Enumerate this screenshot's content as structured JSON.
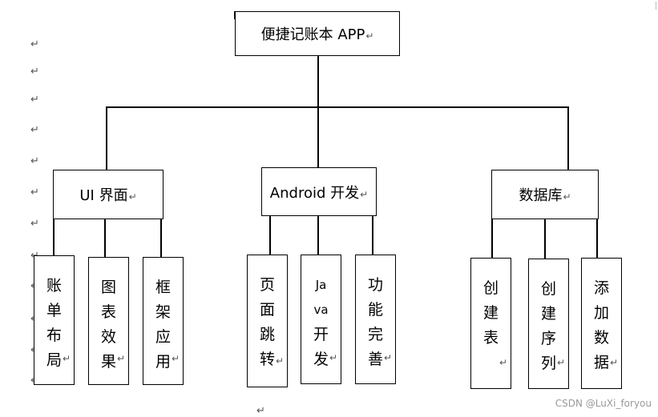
{
  "root": {
    "label": "便捷记账本 APP",
    "mark": "↵"
  },
  "categories": [
    {
      "label": "UI 界面",
      "mark": "↵",
      "children": [
        {
          "text": "账单布局",
          "mark": "↵"
        },
        {
          "text": "图表效果",
          "mark": "↵"
        },
        {
          "text": "框架应用",
          "mark": "↵"
        }
      ]
    },
    {
      "label": "Android 开发",
      "mark": "↵",
      "children": [
        {
          "text": "页面跳转",
          "mark": "↵"
        },
        {
          "text": "Java开发",
          "mark": "↵"
        },
        {
          "text": "功能完善",
          "mark": "↵"
        }
      ]
    },
    {
      "label": "数据库",
      "mark": "↵",
      "children": [
        {
          "text": "创建表",
          "mark": "↵"
        },
        {
          "text": "创建序列",
          "mark": "↵"
        },
        {
          "text": "添加数据",
          "mark": "↵"
        }
      ]
    }
  ],
  "paragraph_mark": "↵",
  "watermark": "CSDN @LuXi_foryou"
}
